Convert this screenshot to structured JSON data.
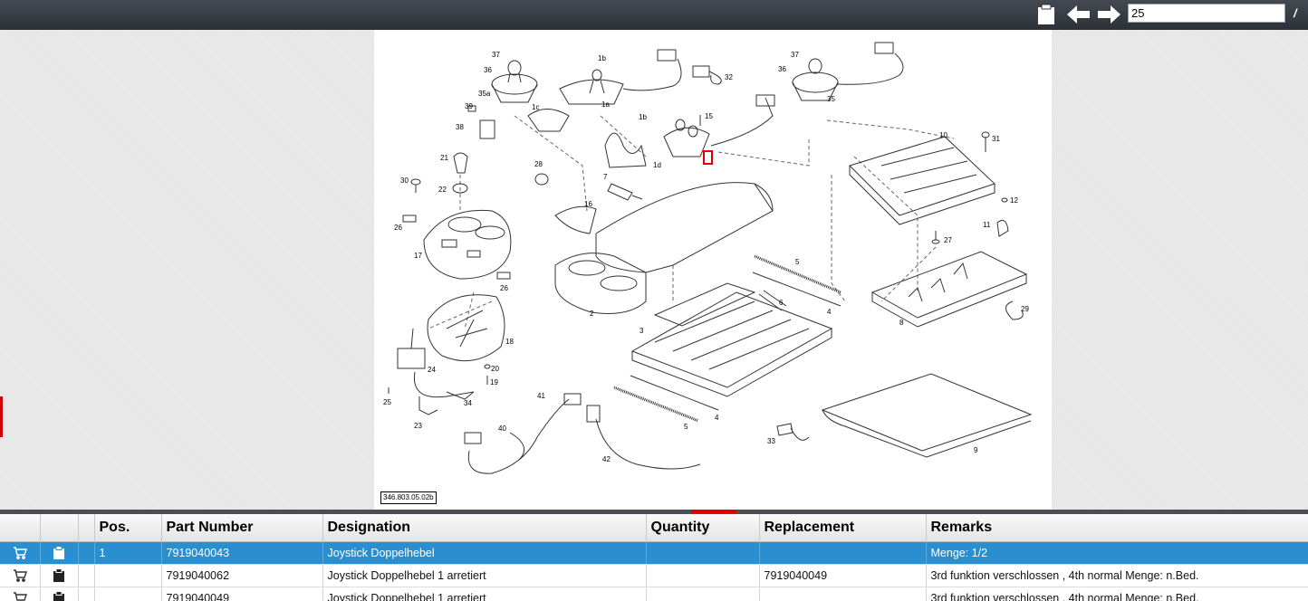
{
  "toolbar": {
    "page_value": "25",
    "page_separator": "/",
    "colors": {
      "bar": "#2f353b",
      "icon": "#ffffff"
    },
    "icons": [
      "clipboard-icon",
      "arrow-left-icon",
      "arrow-right-icon"
    ]
  },
  "drawing": {
    "id": "346.803.05.02b",
    "callouts": [
      "37",
      "36",
      "35a",
      "39",
      "38",
      "21",
      "30",
      "22",
      "1b",
      "1a",
      "1c",
      "32",
      "37",
      "36",
      "35",
      "1b",
      "15",
      "1d",
      "10",
      "31",
      "28",
      "7",
      "16",
      "12",
      "11",
      "27",
      "26",
      "17",
      "26",
      "5",
      "4",
      "6",
      "8",
      "29",
      "18",
      "2",
      "3",
      "24",
      "20",
      "19",
      "25",
      "34",
      "23",
      "41",
      "40",
      "42",
      "5",
      "4",
      "33",
      "9"
    ]
  },
  "table": {
    "headers": [
      "",
      "",
      "",
      "Pos.",
      "Part Number",
      "Designation",
      "Quantity",
      "Replacement",
      "Remarks"
    ],
    "rows": [
      {
        "pos": "1",
        "part_number": "7919040043",
        "designation": "Joystick Doppelhebel",
        "quantity": "",
        "replacement": "",
        "remarks": "Menge: 1/2",
        "selected": true
      },
      {
        "pos": "",
        "part_number": "7919040062",
        "designation": "Joystick Doppelhebel 1 arretiert",
        "quantity": "",
        "replacement": "7919040049",
        "remarks": "3rd funktion verschlossen , 4th normal Menge: n.Bed.",
        "selected": false
      },
      {
        "pos": "",
        "part_number": "7919040049",
        "designation": "Joystick Doppelhebel 1 arretiert",
        "quantity": "",
        "replacement": "",
        "remarks": "3rd funktion verschlossen , 4th normal Menge: n.Bed.",
        "selected": false
      }
    ],
    "row_icons": [
      "cart-icon",
      "clipboard-icon"
    ],
    "colors": {
      "selected_row": "#2a8fd0",
      "selected_text": "#ffffff"
    }
  }
}
